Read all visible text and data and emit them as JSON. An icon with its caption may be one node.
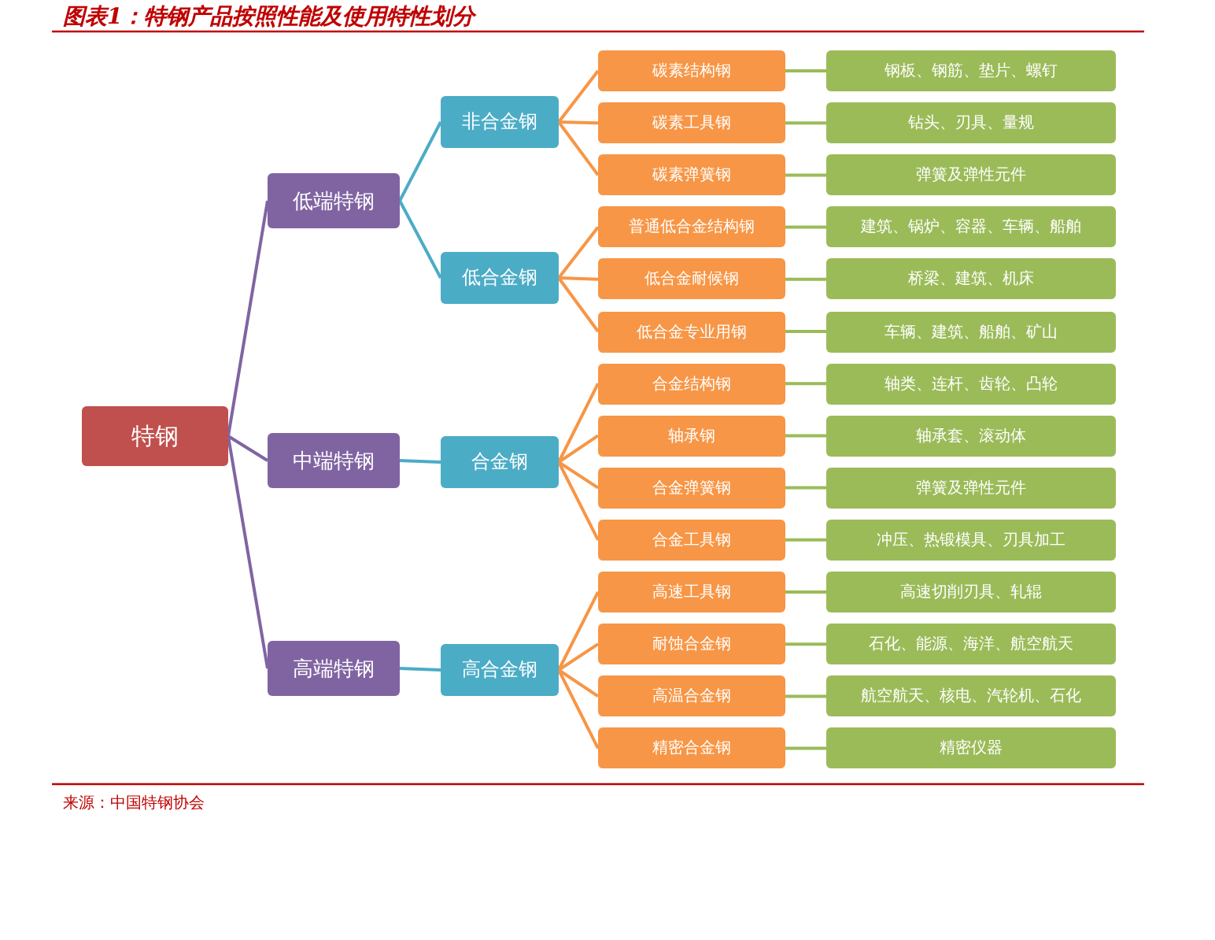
{
  "diagram": {
    "title": "图表1：特钢产品按照性能及使用特性划分",
    "caption": "来源：中国特钢协会",
    "nodes": [
      {
        "text": [
          "特钢"
        ]
      },
      {
        "text": [
          "低端特钢"
        ]
      },
      {
        "text": [
          "中端特钢"
        ]
      },
      {
        "text": [
          "高端特钢"
        ]
      },
      {
        "text": [
          "非合金钢"
        ]
      },
      {
        "text": [
          "低合金钢"
        ]
      },
      {
        "text": [
          "合金钢"
        ]
      },
      {
        "text": [
          "高合金钢"
        ]
      },
      {
        "text": [
          "碳素结构钢"
        ]
      },
      {
        "text": [
          "碳素工具钢"
        ]
      },
      {
        "text": [
          "碳素弹簧钢"
        ]
      },
      {
        "text": [
          "普通低合金结构钢"
        ]
      },
      {
        "text": [
          "低合金耐候钢"
        ]
      },
      {
        "text": [
          "低合金专业用钢"
        ]
      },
      {
        "text": [
          "合金结构钢"
        ]
      },
      {
        "text": [
          "轴承钢"
        ]
      },
      {
        "text": [
          "合金弹簧钢"
        ]
      },
      {
        "text": [
          "合金工具钢"
        ]
      },
      {
        "text": [
          "高速工具钢"
        ]
      },
      {
        "text": [
          "耐蚀合金钢"
        ]
      },
      {
        "text": [
          "高温合金钢"
        ]
      },
      {
        "text": [
          "精密合金钢"
        ]
      },
      {
        "text": [
          "钢板、钢筋、垫片、螺钉"
        ]
      },
      {
        "text": [
          "钻头、刃具、量规"
        ]
      },
      {
        "text": [
          "弹簧及弹性元件"
        ]
      },
      {
        "text": [
          "建筑、锅炉、容器、车辆、船舶"
        ]
      },
      {
        "text": [
          "桥梁、建筑、机床"
        ]
      },
      {
        "text": [
          "车辆、建筑、船舶、矿山"
        ]
      },
      {
        "text": [
          "轴类、连杆、齿轮、凸轮"
        ]
      },
      {
        "text": [
          "轴承套、滚动体"
        ]
      },
      {
        "text": [
          "弹簧及弹性元件"
        ]
      },
      {
        "text": [
          "冲压、热锻模具、刃具加工"
        ]
      },
      {
        "text": [
          "高速切削刃具、轧辊"
        ]
      },
      {
        "text": [
          "石化、能源、海洋、航空航天"
        ]
      },
      {
        "text": [
          "航空航天、核电、汽轮机、石化"
        ]
      },
      {
        "text": [
          "精密仪器"
        ]
      }
    ],
    "edges": [
      {
        "from": 0,
        "to": 1,
        "arrow": "none",
        "color": "#8064a2"
      },
      {
        "from": 0,
        "to": 2,
        "arrow": "none",
        "color": "#8064a2"
      },
      {
        "from": 0,
        "to": 3,
        "arrow": "none",
        "color": "#8064a2"
      },
      {
        "from": 1,
        "to": 4,
        "arrow": "none",
        "color": "#4bacc6"
      },
      {
        "from": 1,
        "to": 5,
        "arrow": "none",
        "color": "#4bacc6"
      },
      {
        "from": 2,
        "to": 6,
        "arrow": "none",
        "color": "#4bacc6"
      },
      {
        "from": 3,
        "to": 7,
        "arrow": "none",
        "color": "#4bacc6"
      },
      {
        "from": 4,
        "to": 8,
        "arrow": "none",
        "color": "#f79646"
      },
      {
        "from": 4,
        "to": 9,
        "arrow": "none",
        "color": "#f79646"
      },
      {
        "from": 4,
        "to": 10,
        "arrow": "none",
        "color": "#f79646"
      },
      {
        "from": 5,
        "to": 11,
        "arrow": "none",
        "color": "#f79646"
      },
      {
        "from": 5,
        "to": 12,
        "arrow": "none",
        "color": "#f79646"
      },
      {
        "from": 5,
        "to": 13,
        "arrow": "none",
        "color": "#f79646"
      },
      {
        "from": 6,
        "to": 14,
        "arrow": "none",
        "color": "#f79646"
      },
      {
        "from": 6,
        "to": 15,
        "arrow": "none",
        "color": "#f79646"
      },
      {
        "from": 6,
        "to": 16,
        "arrow": "none",
        "color": "#f79646"
      },
      {
        "from": 6,
        "to": 17,
        "arrow": "none",
        "color": "#f79646"
      },
      {
        "from": 7,
        "to": 18,
        "arrow": "none",
        "color": "#f79646"
      },
      {
        "from": 7,
        "to": 19,
        "arrow": "none",
        "color": "#f79646"
      },
      {
        "from": 7,
        "to": 20,
        "arrow": "none",
        "color": "#f79646"
      },
      {
        "from": 7,
        "to": 21,
        "arrow": "none",
        "color": "#f79646"
      },
      {
        "from": 8,
        "to": 22,
        "arrow": "none",
        "color": "#9bbb59"
      },
      {
        "from": 9,
        "to": 23,
        "arrow": "none",
        "color": "#9bbb59"
      },
      {
        "from": 10,
        "to": 24,
        "arrow": "none",
        "color": "#9bbb59"
      },
      {
        "from": 11,
        "to": 25,
        "arrow": "none",
        "color": "#9bbb59"
      },
      {
        "from": 12,
        "to": 26,
        "arrow": "none",
        "color": "#9bbb59"
      },
      {
        "from": 13,
        "to": 27,
        "arrow": "none",
        "color": "#9bbb59"
      },
      {
        "from": 14,
        "to": 28,
        "arrow": "none",
        "color": "#9bbb59"
      },
      {
        "from": 15,
        "to": 29,
        "arrow": "none",
        "color": "#9bbb59"
      },
      {
        "from": 16,
        "to": 30,
        "arrow": "none",
        "color": "#9bbb59"
      },
      {
        "from": 17,
        "to": 31,
        "arrow": "none",
        "color": "#9bbb59"
      },
      {
        "from": 18,
        "to": 32,
        "arrow": "none",
        "color": "#9bbb59"
      },
      {
        "from": 19,
        "to": 33,
        "arrow": "none",
        "color": "#9bbb59"
      },
      {
        "from": 20,
        "to": 34,
        "arrow": "none",
        "color": "#9bbb59"
      },
      {
        "from": 21,
        "to": 35,
        "arrow": "none",
        "color": "#9bbb59"
      }
    ]
  }
}
